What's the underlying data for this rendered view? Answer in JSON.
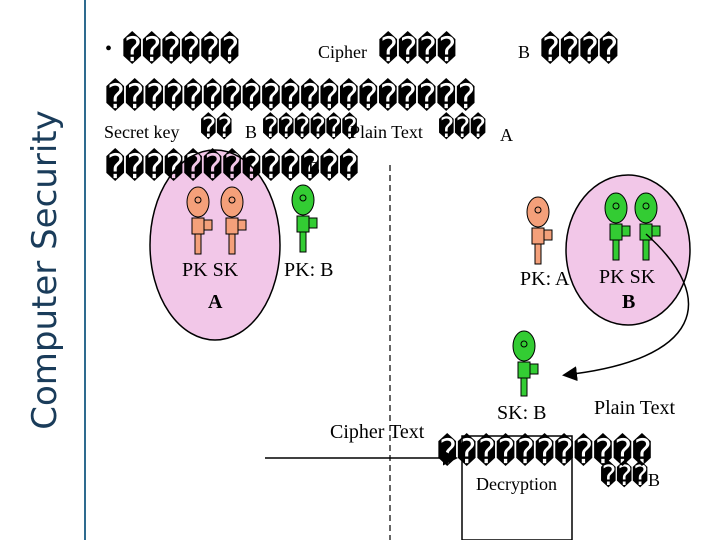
{
  "sidebar": {
    "title": "Computer Security"
  },
  "bullet": "•",
  "line1": {
    "garble_a": "������",
    "cipher": "Cipher",
    "garble_b": "����",
    "b": "B",
    "garble_c": "����"
  },
  "line2": {
    "garble": "�������������������"
  },
  "line3": {
    "secret_key": "Secret key",
    "garble_a": "��",
    "b": "B",
    "garble_b": "������",
    "plain_text": "Plain Text",
    "garble_c": "���",
    "a": "A"
  },
  "line4": {
    "garble": "�������������",
    "b": "B"
  },
  "group_a": {
    "labels": "PK  SK",
    "name": "A"
  },
  "pk_b": "PK: B",
  "pk_a": "PK: A",
  "group_b": {
    "labels": "PK  SK",
    "name": "B"
  },
  "sk_b": "SK: B",
  "plain_text_label": "Plain Text",
  "cipher_text_label": "Cipher  Text",
  "garble_row": {
    "garble": "�����������",
    "sub_garble": "���",
    "b": "B"
  },
  "decryption": "Decryption",
  "colors": {
    "orange_figure": "#f4a07a",
    "green_figure": "#33cc33",
    "group_fill": "#f2c7e8"
  }
}
